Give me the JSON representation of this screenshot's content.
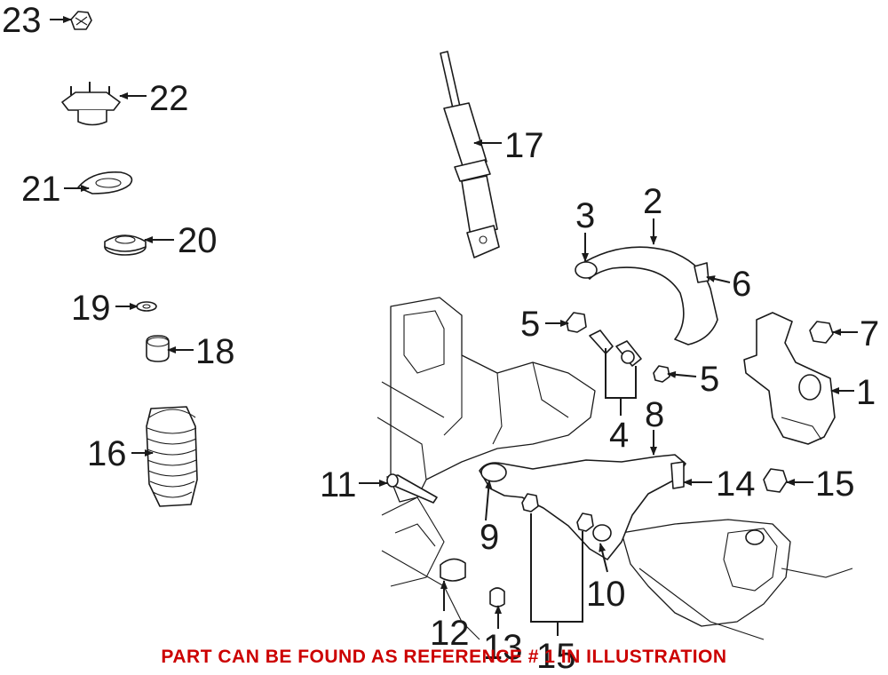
{
  "colors": {
    "note": "#cc0000",
    "ink": "#1a1a1a"
  },
  "callouts": {
    "c1": "1",
    "c2": "2",
    "c3": "3",
    "c4": "4",
    "c5a": "5",
    "c5b": "5",
    "c6": "6",
    "c7": "7",
    "c8": "8",
    "c9": "9",
    "c10": "10",
    "c11": "11",
    "c12": "12",
    "c13": "13",
    "c14": "14",
    "c15a": "15",
    "c15b": "15",
    "c16": "16",
    "c17": "17",
    "c18": "18",
    "c19": "19",
    "c20": "20",
    "c21": "21",
    "c22": "22",
    "c23": "23"
  },
  "note": "PART CAN BE FOUND AS REFERENCE # 1 IN ILLUSTRATION"
}
